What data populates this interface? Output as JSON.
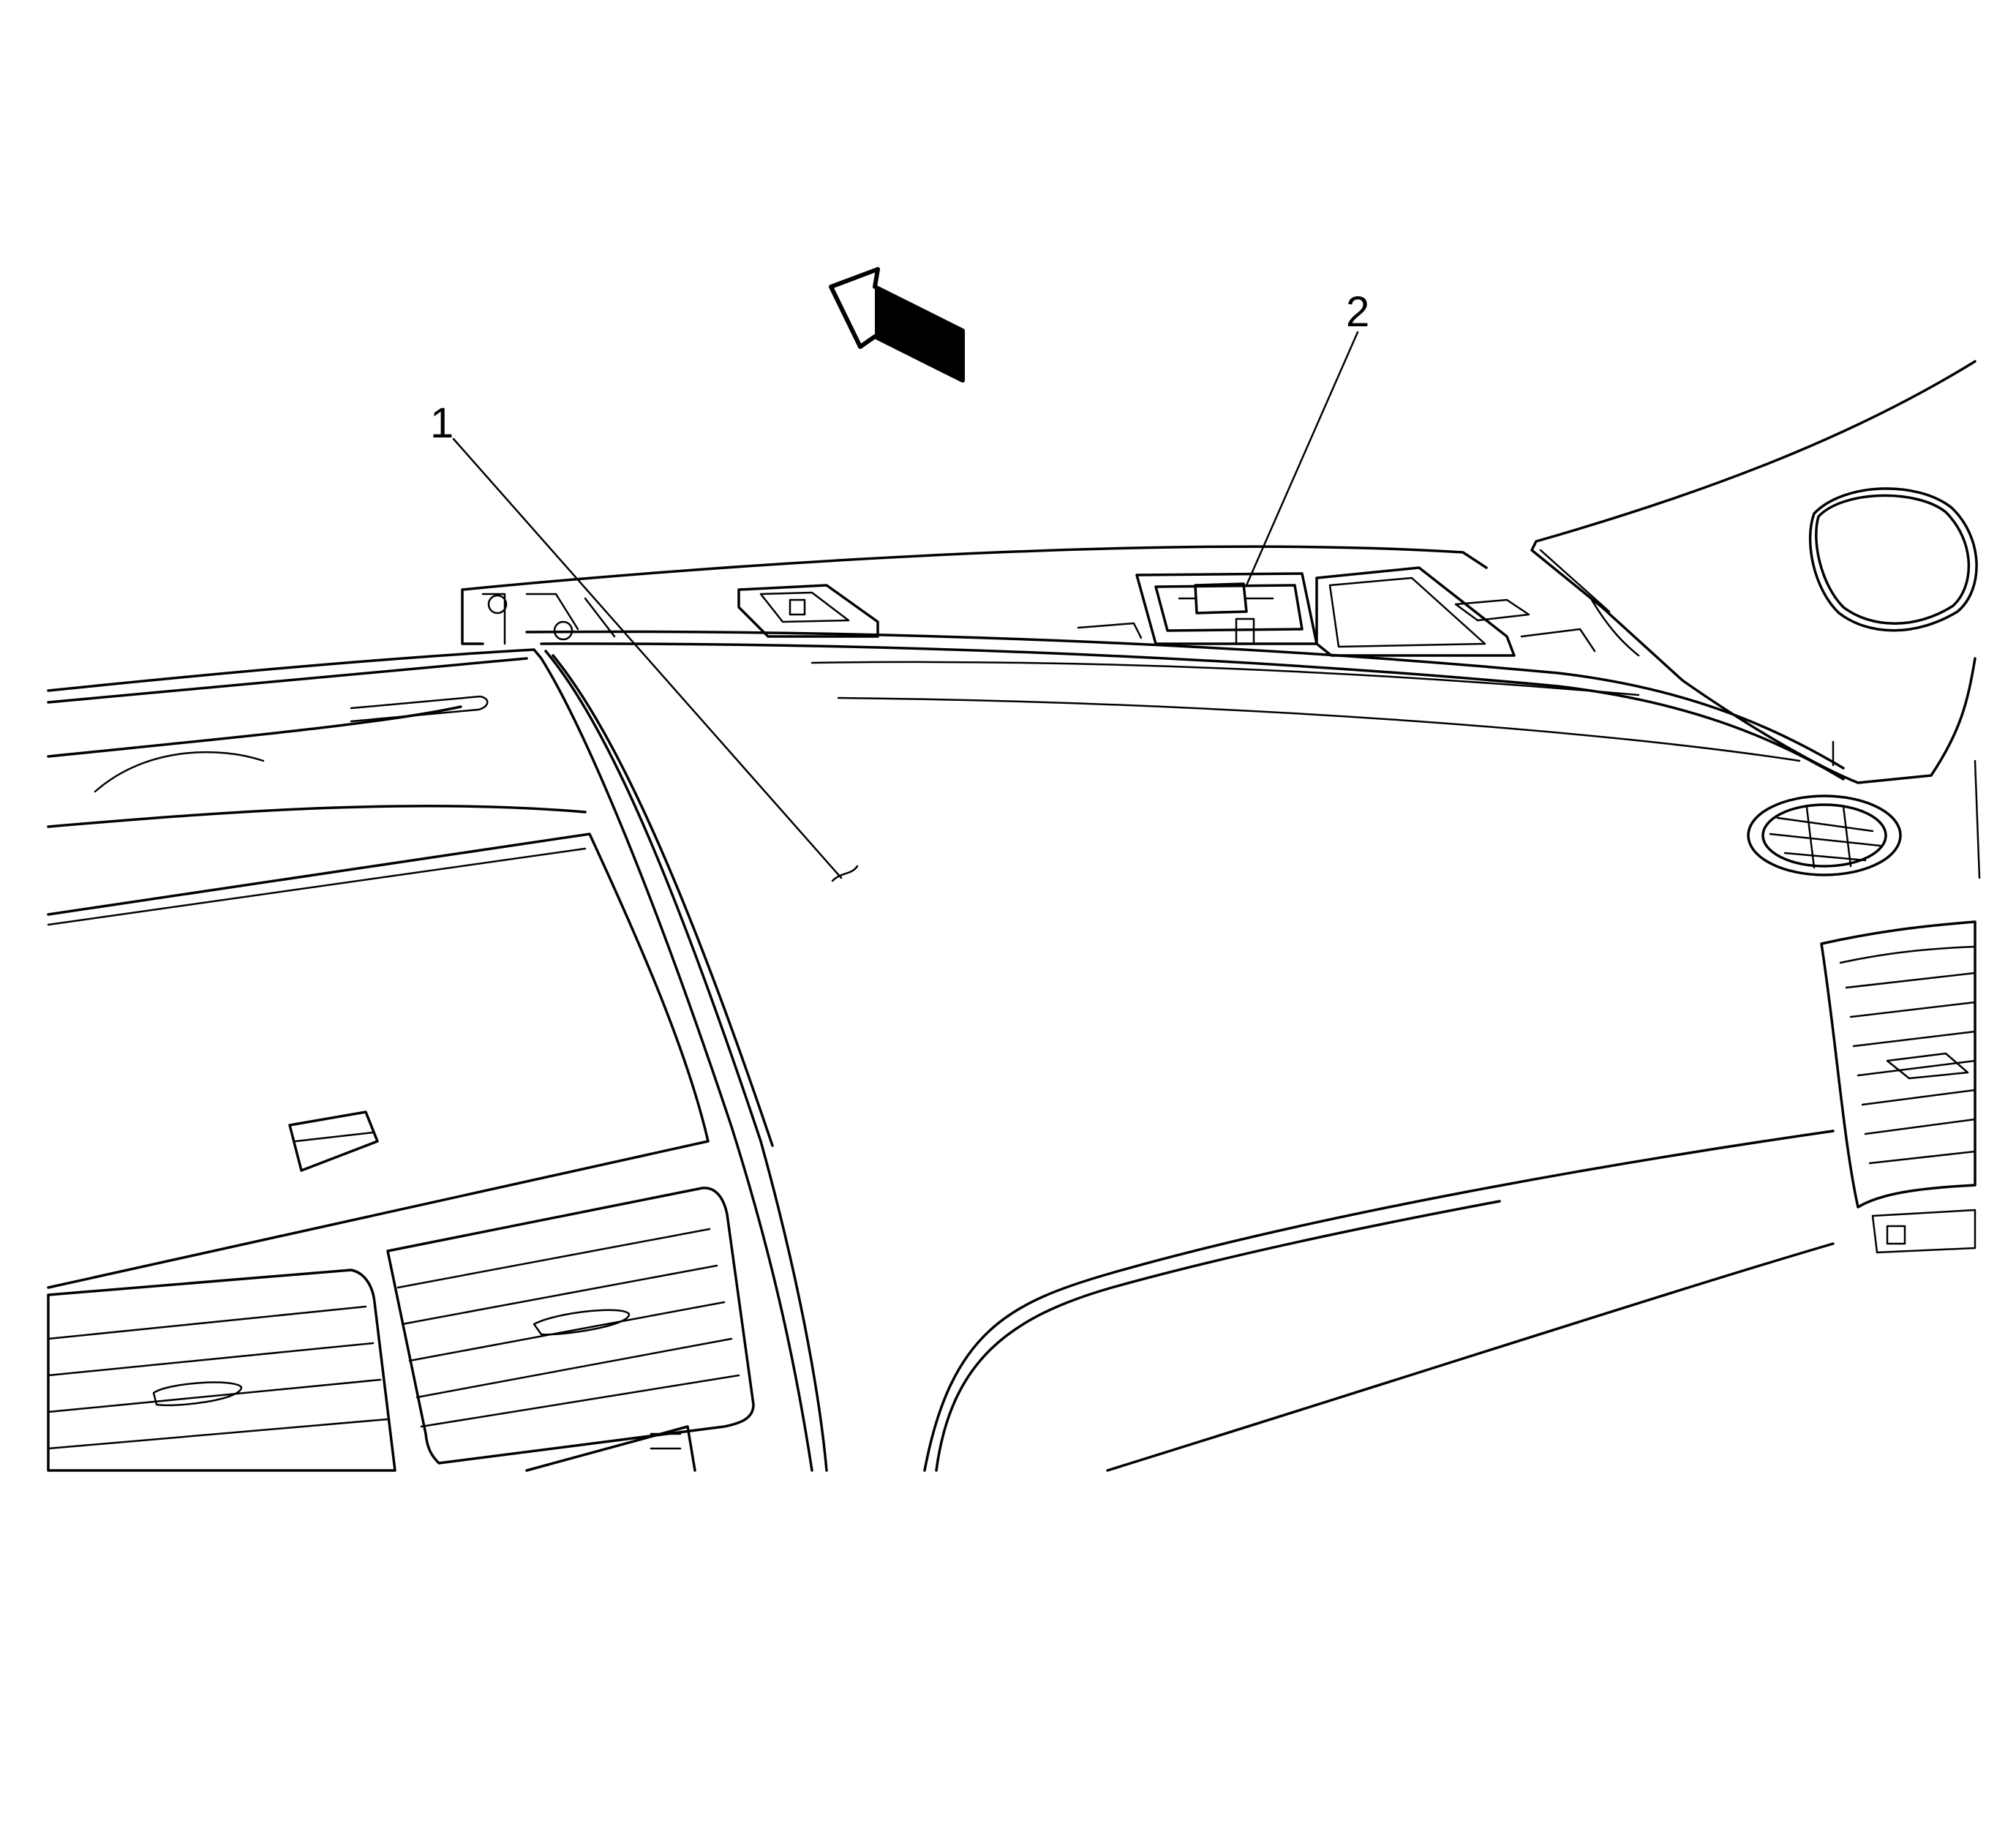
{
  "callouts": [
    {
      "id": "1",
      "label": "1"
    },
    {
      "id": "2",
      "label": "2"
    }
  ],
  "icons": {
    "direction_arrow": "forward-arrow-icon",
    "speaker_grille": "speaker-grille-icon"
  },
  "colors": {
    "line": "#000000",
    "background": "#ffffff"
  }
}
